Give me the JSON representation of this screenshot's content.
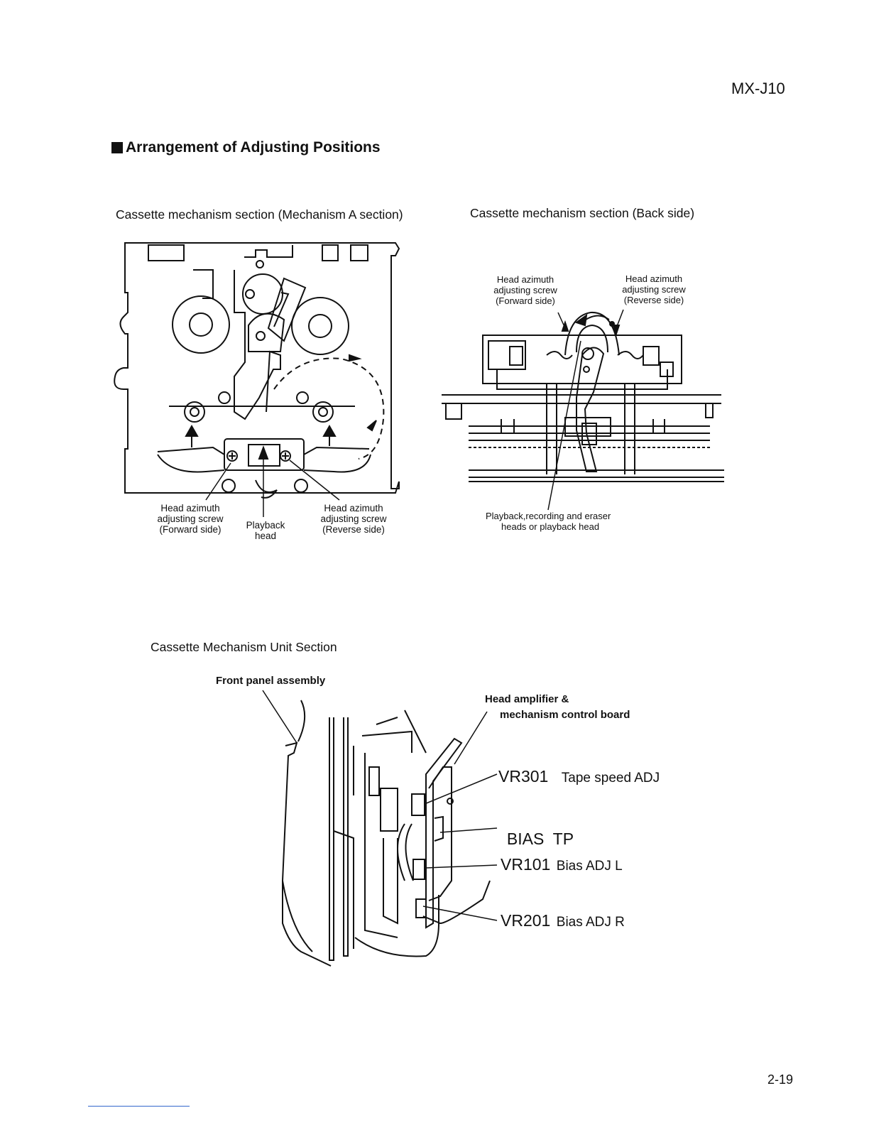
{
  "header": {
    "model": "MX-J10"
  },
  "section": {
    "title": "Arrangement of Adjusting Positions"
  },
  "figure_a": {
    "caption": "Cassette mechanism section (Mechanism A section)",
    "label_fwd": [
      "Head azimuth",
      "adjusting screw",
      "(Forward side)"
    ],
    "label_playback": [
      "Playback",
      "head"
    ],
    "label_rev": [
      "Head azimuth",
      "adjusting screw",
      "(Reverse side)"
    ]
  },
  "figure_b": {
    "caption": "Cassette mechanism section (Back side)",
    "label_fwd": [
      "Head azimuth",
      "adjusting screw",
      "(Forward side)"
    ],
    "label_rev": [
      "Head azimuth",
      "adjusting screw",
      "(Reverse side)"
    ],
    "label_heads": [
      "Playback,recording and eraser",
      "heads or playback head"
    ]
  },
  "figure_c": {
    "caption": "Cassette Mechanism Unit Section",
    "label_front_panel": "Front panel assembly",
    "label_board": [
      "Head amplifier &",
      "mechanism control board"
    ],
    "adjustments": [
      {
        "code": "VR301",
        "desc": "Tape speed ADJ"
      },
      {
        "code": "BIAS  TP",
        "desc": ""
      },
      {
        "code": "VR101",
        "desc": "Bias ADJ L"
      },
      {
        "code": "VR201",
        "desc": "Bias ADJ R"
      }
    ]
  },
  "footer": {
    "page": "2-19"
  }
}
